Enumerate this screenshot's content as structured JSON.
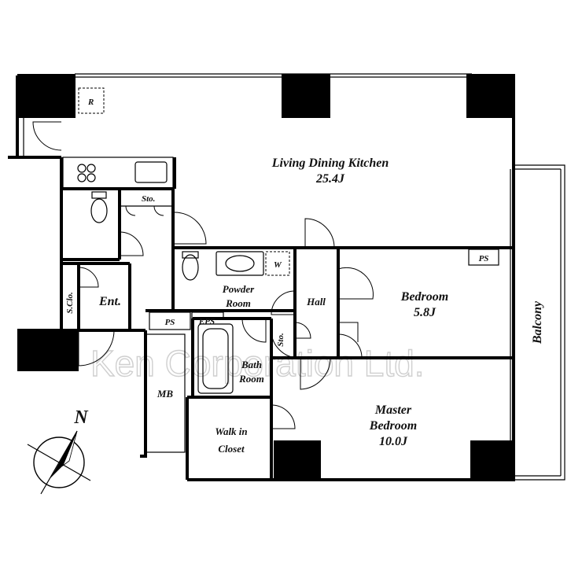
{
  "rooms": {
    "ldk_name": "Living Dining Kitchen",
    "ldk_size": "25.4J",
    "bedroom_name": "Bedroom",
    "bedroom_size": "5.8J",
    "master_line1": "Master",
    "master_line2": "Bedroom",
    "master_size": "10.0J",
    "balcony": "Balcony",
    "hall": "Hall",
    "entrance": "Ent.",
    "shoe_closet": "S.Clo.",
    "powder_line1": "Powder",
    "powder_line2": "Room",
    "bath_line1": "Bath",
    "bath_line2": "Room",
    "walkin_line1": "Walk in",
    "walkin_line2": "Closet",
    "storage_top": "Sto.",
    "storage_bath": "Sto.",
    "meter_box": "MB",
    "ps_right": "PS",
    "ps_left": "PS",
    "eps": "EPS",
    "washer": "W",
    "refrigerator": "R"
  },
  "compass": {
    "north_label": "N"
  },
  "watermark": "Ken Corporation Ltd."
}
